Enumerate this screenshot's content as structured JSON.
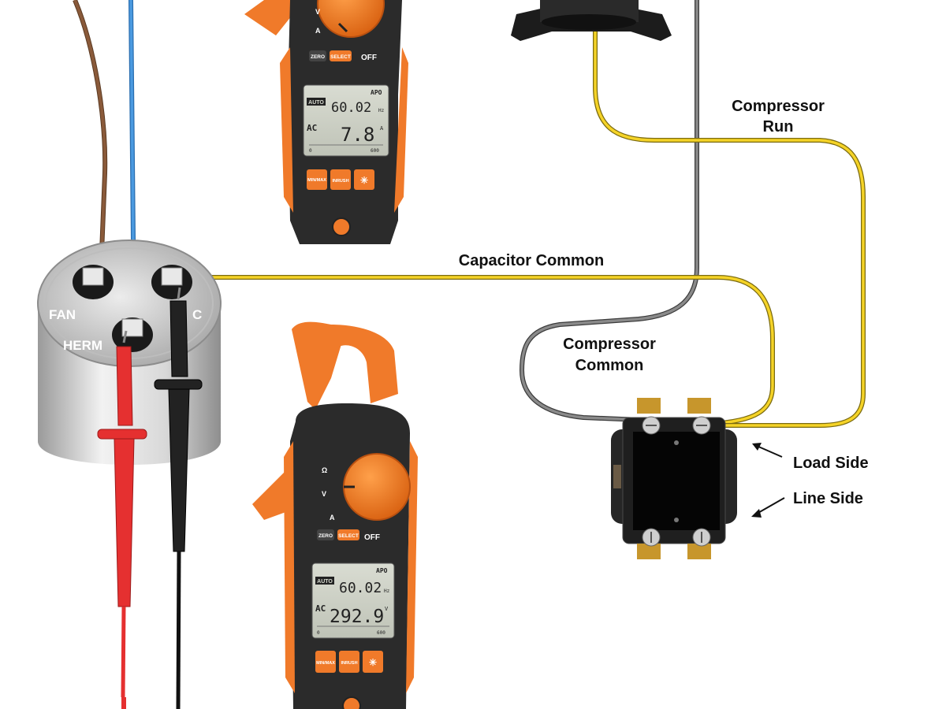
{
  "labels": {
    "compressor_run_line1": "Compressor",
    "compressor_run_line2": "Run",
    "capacitor_common": "Capacitor Common",
    "compressor_common_line1": "Compressor",
    "compressor_common_line2": "Common",
    "load_side": "Load Side",
    "line_side": "Line Side"
  },
  "capacitor": {
    "terminal_fan": "FAN",
    "terminal_herm": "HERM",
    "terminal_c": "C"
  },
  "meter_top": {
    "apo": "APO",
    "auto": "AUTO",
    "frequency": "60.02",
    "freq_unit": "Hz",
    "mode": "AC",
    "reading": "7.8",
    "reading_unit": "A",
    "scale_min": "0",
    "scale_max": "600",
    "btn_zero": "ZERO",
    "btn_select": "SELECT",
    "btn_off": "OFF",
    "btn_minmax": "MIN/MAX",
    "btn_inrush": "INRUSH"
  },
  "meter_bottom": {
    "apo": "APO",
    "auto": "AUTO",
    "frequency": "60.02",
    "freq_unit": "Hz",
    "mode": "AC",
    "reading": "292.9",
    "reading_unit": "V",
    "scale_min": "0",
    "scale_max": "600",
    "btn_zero": "ZERO",
    "btn_select": "SELECT",
    "btn_off": "OFF",
    "btn_minmax": "MIN/MAX",
    "btn_inrush": "INRUSH"
  },
  "colors": {
    "wire_yellow": "#f5d327",
    "wire_gray": "#6e6e6e",
    "wire_brown": "#8a5a3a",
    "wire_blue": "#3d8fd8",
    "probe_red": "#e53030",
    "probe_black": "#1a1a1a",
    "meter_orange": "#f07a2a",
    "meter_body": "#2b2b2b"
  }
}
